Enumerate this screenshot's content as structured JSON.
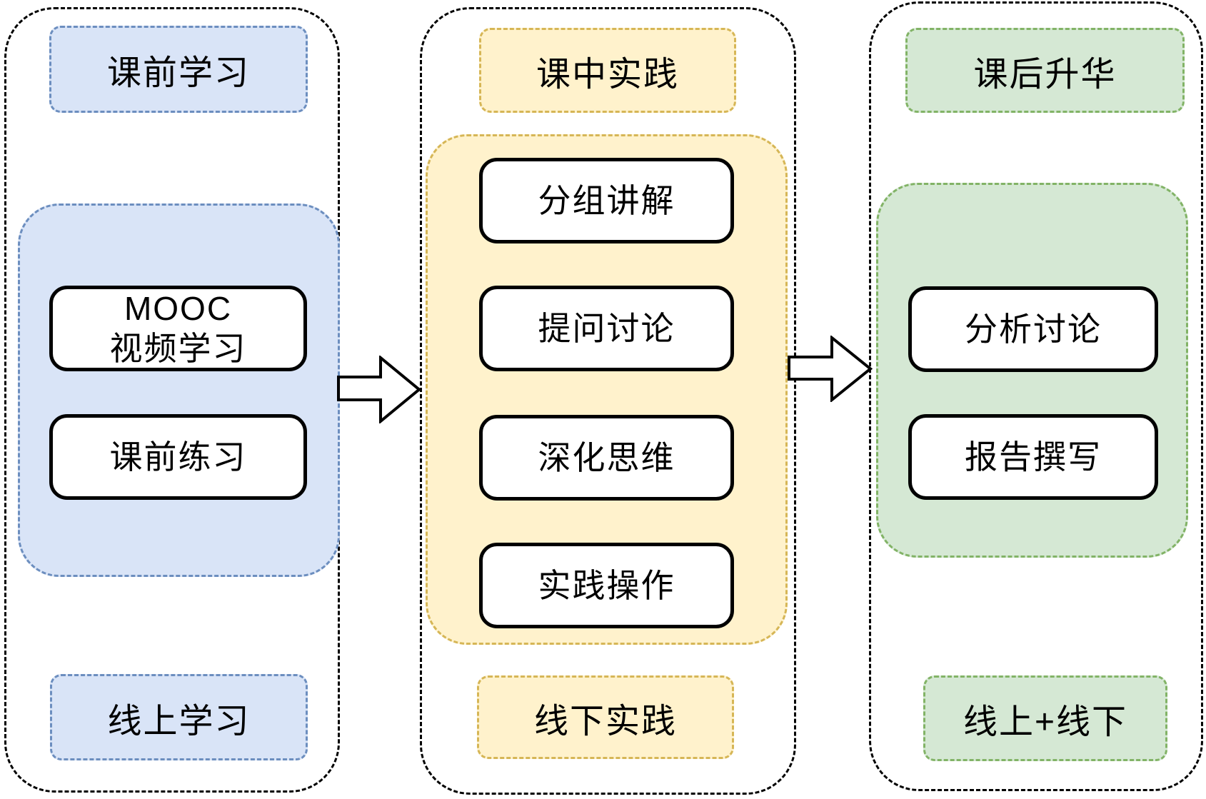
{
  "diagram": {
    "title_meaning": "flipped-classroom teaching flow",
    "columns": [
      {
        "title": "课前学习",
        "items": [
          "MOOC\n视频学习",
          "课前练习"
        ],
        "footer": "线上学习",
        "fill": "#d9e4f7",
        "border": "#6c8ebf"
      },
      {
        "title": "课中实践",
        "items": [
          "分组讲解",
          "提问讨论",
          "深化思维",
          "实践操作"
        ],
        "footer": "线下实践",
        "fill": "#fff2cc",
        "border": "#d6b656"
      },
      {
        "title": "课后升华",
        "items": [
          "分析讨论",
          "报告撰写"
        ],
        "footer": "线上+线下",
        "fill": "#d5e8d4",
        "border": "#82b366"
      }
    ],
    "arrows": [
      {
        "direction": "right"
      },
      {
        "direction": "right"
      }
    ],
    "node_colors": {
      "fill": "#ffffff",
      "border": "#000000",
      "outline": "#000000"
    }
  }
}
